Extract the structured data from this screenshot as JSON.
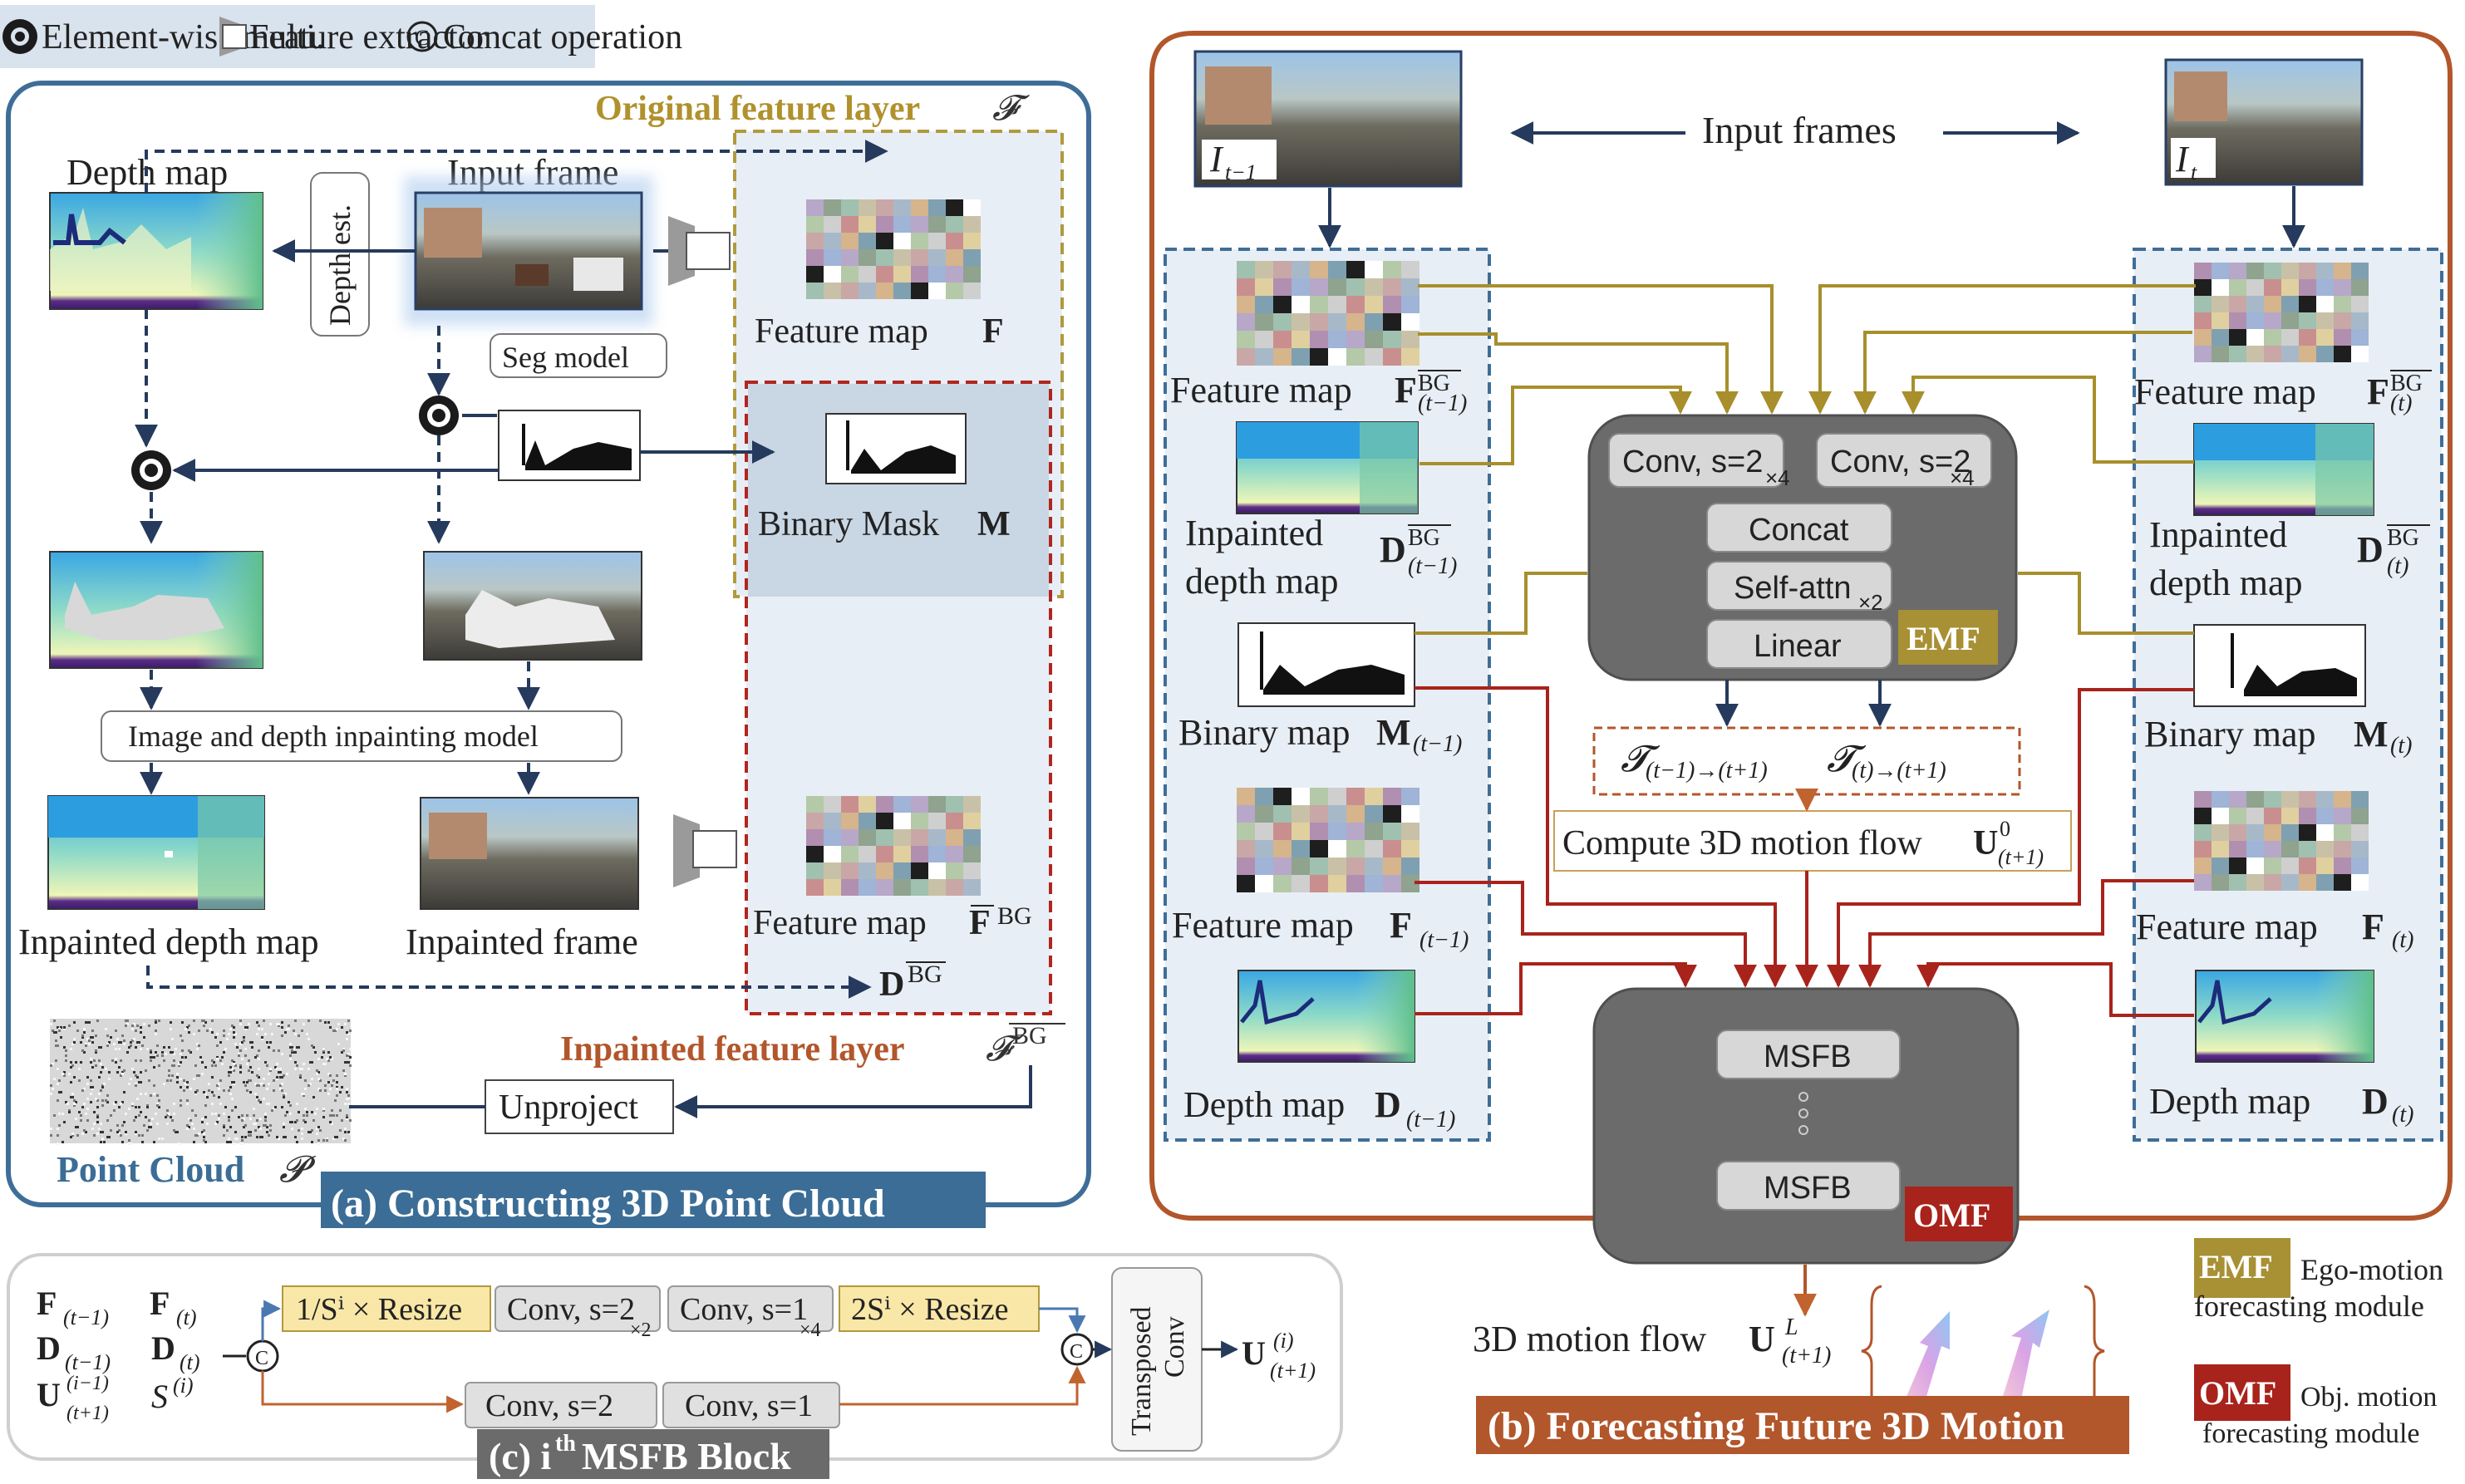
{
  "legend_top": {
    "elementwise": "Element-wise multi.",
    "feature_extractor": "Feature extractor",
    "concat": "Concat operation"
  },
  "panel_a": {
    "title": "(a) Constructing 3D Point Cloud",
    "original_layer": "Original feature layer",
    "original_layer_sym": "𝓕",
    "depth_map": "Depth map",
    "input_frame": "Input frame",
    "depth_est": "Depth est.",
    "seg_model": "Seg model",
    "feature_map_f": "Feature map",
    "feature_map_f_sym": "F",
    "binary_mask": "Binary Mask",
    "binary_mask_sym": "M",
    "inpaint_model": "Image and depth inpainting model",
    "inpainted_depth": "Inpainted depth map",
    "inpainted_frame": "Inpainted frame",
    "feature_map_bg": "Feature map",
    "feature_map_bg_sym": "F",
    "feature_map_bg_sup": "BG",
    "d_bg": "D",
    "d_bg_sup": "BG",
    "inpainted_layer": "Inpainted feature layer",
    "inpainted_layer_sym": "𝓕",
    "inpainted_layer_sup": "BG",
    "unproject": "Unproject",
    "point_cloud": "Point Cloud",
    "point_cloud_sym": "𝓟"
  },
  "panel_b": {
    "title": "(b) Forecasting Future 3D Motion",
    "input_frames": "Input frames",
    "frame_prev": "I",
    "frame_prev_sub": "t−1",
    "frame_cur": "I",
    "frame_cur_sub": "t",
    "left_labels": {
      "fmap_bg": "Feature map",
      "fmap_bg_sym": "F",
      "fmap_bg_sub": "(t−1)",
      "inp_depth1": "Inpainted",
      "inp_depth2": "depth map",
      "inp_depth_sym": "D",
      "inp_depth_sub": "(t−1)",
      "binary": "Binary map",
      "binary_sym": "M",
      "binary_sub": "(t−1)",
      "fmap": "Feature map",
      "fmap_sym": "F",
      "fmap_sub": "(t−1)",
      "depth": "Depth map",
      "depth_sym": "D",
      "depth_sub": "(t−1)"
    },
    "right_labels": {
      "fmap_bg": "Feature map",
      "fmap_bg_sym": "F",
      "fmap_bg_sub": "(t)",
      "inp_depth1": "Inpainted",
      "inp_depth2": "depth map",
      "inp_depth_sym": "D",
      "inp_depth_sub": "(t)",
      "binary": "Binary map",
      "binary_sym": "M",
      "binary_sub": "(t)",
      "fmap": "Feature map",
      "fmap_sym": "F",
      "fmap_sub": "(t)",
      "depth": "Depth map",
      "depth_sym": "D",
      "depth_sub": "(t)"
    },
    "emf": {
      "conv_a": "Conv, s=2",
      "conv_b": "Conv, s=2",
      "times4": "×4",
      "concat": "Concat",
      "self_attn": "Self-attn",
      "times2": "×2",
      "linear": "Linear",
      "badge": "EMF"
    },
    "t_prev": "𝓣",
    "t_prev_sub": "(t−1)→(t+1)",
    "t_cur": "𝓣",
    "t_cur_sub": "(t)→(t+1)",
    "compute_flow": "Compute 3D motion flow",
    "compute_flow_sym": "U",
    "compute_flow_sup": "0",
    "compute_flow_sub": "(t+1)",
    "omf": {
      "msfb1": "MSFB",
      "msfb2": "MSFB",
      "badge": "OMF"
    },
    "motion_flow": "3D motion flow",
    "motion_flow_sym": "U",
    "motion_flow_sup": "L",
    "motion_flow_sub": "(t+1)"
  },
  "legend_right": {
    "emf_badge": "EMF",
    "emf_desc1": "Ego-motion",
    "emf_desc2": "forecasting module",
    "omf_badge": "OMF",
    "omf_desc1": "Obj. motion",
    "omf_desc2": "forecasting module"
  },
  "panel_c": {
    "title": "(c) ith MSFB Block",
    "title_pre": "(c) i",
    "title_sup": "th",
    "title_post": " MSFB Block",
    "in_f_prev": "F",
    "in_f_prev_sub": "(t−1)",
    "in_f_cur": "F",
    "in_f_cur_sub": "(t)",
    "in_d_prev": "D",
    "in_d_prev_sub": "(t−1)",
    "in_d_cur": "D",
    "in_d_cur_sub": "(t)",
    "in_u": "U",
    "in_u_sup": "(i−1)",
    "in_u_sub": "(t+1)",
    "in_s": "S",
    "in_s_sup": "(i)",
    "resize_down": "1/Sⁱ × Resize",
    "conv_s2": "Conv, s=2",
    "times2": "×2",
    "conv_s1": "Conv, s=1",
    "times4": "×4",
    "resize_up": "2Sⁱ × Resize",
    "conv_s2_b": "Conv, s=2",
    "conv_s1_b": "Conv, s=1",
    "transposed": "Transposed",
    "conv": "Conv",
    "out_u": "U",
    "out_u_sup": "(i)",
    "out_u_sub": "(t+1)"
  },
  "colors": {
    "blue_panel": "#3e6e98",
    "orange_panel": "#b2562b",
    "gold": "#b19a3c",
    "red": "#b0261e",
    "navy": "#253a5c",
    "dark_gray": "#606060",
    "title_bar": "#3b6d96"
  }
}
